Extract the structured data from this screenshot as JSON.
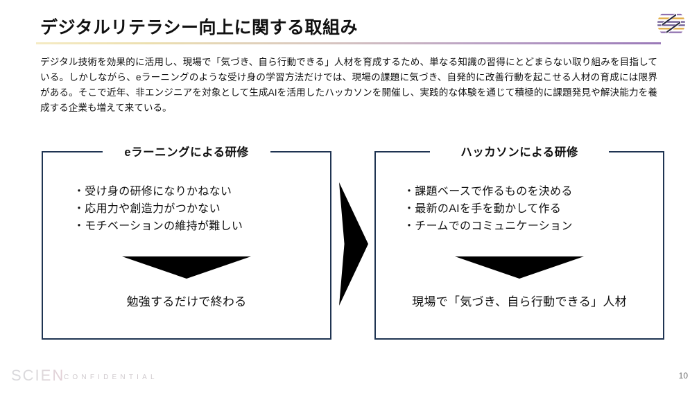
{
  "slide": {
    "title": "デジタルリテラシー向上に関する取組み",
    "accent_gradient_from": "#f5ebc4",
    "accent_gradient_to": "#9a79b8",
    "border_color": "#1f3452",
    "arrow_color": "#000000",
    "page_number": "10"
  },
  "intro": {
    "paragraph": "デジタル技術を効果的に活用し、現場で「気づき、自ら行動できる」人材を育成するため、単なる知識の習得にとどまらない取り組みを目指している。しかしながら、eラーニングのような受け身の学習方法だけでは、現場の課題に気づき、自発的に改善行動を起こせる人材の育成には限界がある。そこで近年、非エンジニアを対象として生成AIを活用したハッカソンを開催し、実践的な体験を通じて積極的に課題発見や解決能力を養成する企業も増えて来ている。"
  },
  "panels": [
    {
      "title": "eラーニングによる研修",
      "bullets": [
        "・受け身の研修になりかねない",
        "・応用力や創造力がつかない",
        "・モチベーションの維持が難しい"
      ],
      "conclusion": "勉強するだけで終わる"
    },
    {
      "title": "ハッカソンによる研修",
      "bullets": [
        "・課題ベースで作るものを決める",
        "・最新のAIを手を動かして作る",
        "・チームでのコミュニケーション"
      ],
      "conclusion": "現場で「気づき、自ら行動できる」人材"
    }
  ],
  "footer": {
    "brand": "SCIEN",
    "confidential": "CONFIDENTIAL"
  },
  "icons": {
    "brand_logo": "scien-circular-s-logo",
    "transition_arrow": "right-arrow-icon",
    "result_arrow": "down-arrow-icon"
  }
}
